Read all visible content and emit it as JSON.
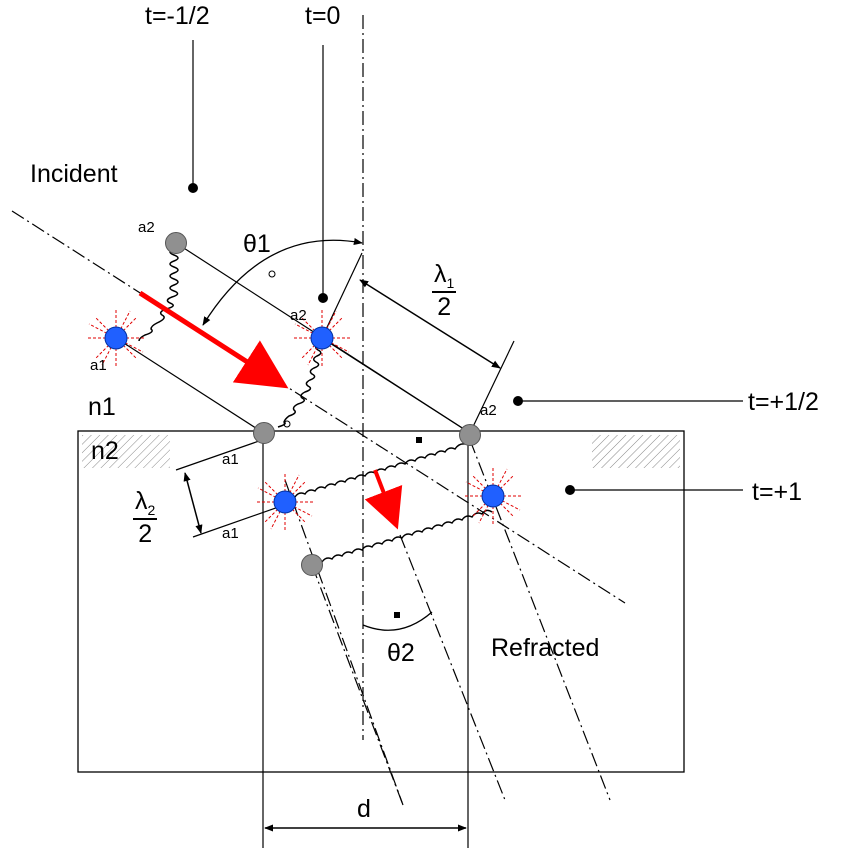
{
  "labels": {
    "t_minus_half": "t=-1/2",
    "t_zero": "t=0",
    "t_plus_half": "t=+1/2",
    "t_plus_one": "t=+1",
    "incident": "Incident",
    "refracted": "Refracted",
    "theta1": "θ1",
    "theta2": "θ2",
    "n1": "n1",
    "n2": "n2",
    "d": "d",
    "a1": "a1",
    "a2": "a2",
    "lambda1_num": "λ",
    "lambda1_sub": "1",
    "lambda1_den": "2",
    "lambda2_num": "λ",
    "lambda2_sub": "2",
    "lambda2_den": "2"
  },
  "colors": {
    "ray_arrow": "#ff0000",
    "atom_excited": "#2060ff",
    "atom_ground": "#909090",
    "emission_rays": "#e00000",
    "line": "#000000"
  }
}
